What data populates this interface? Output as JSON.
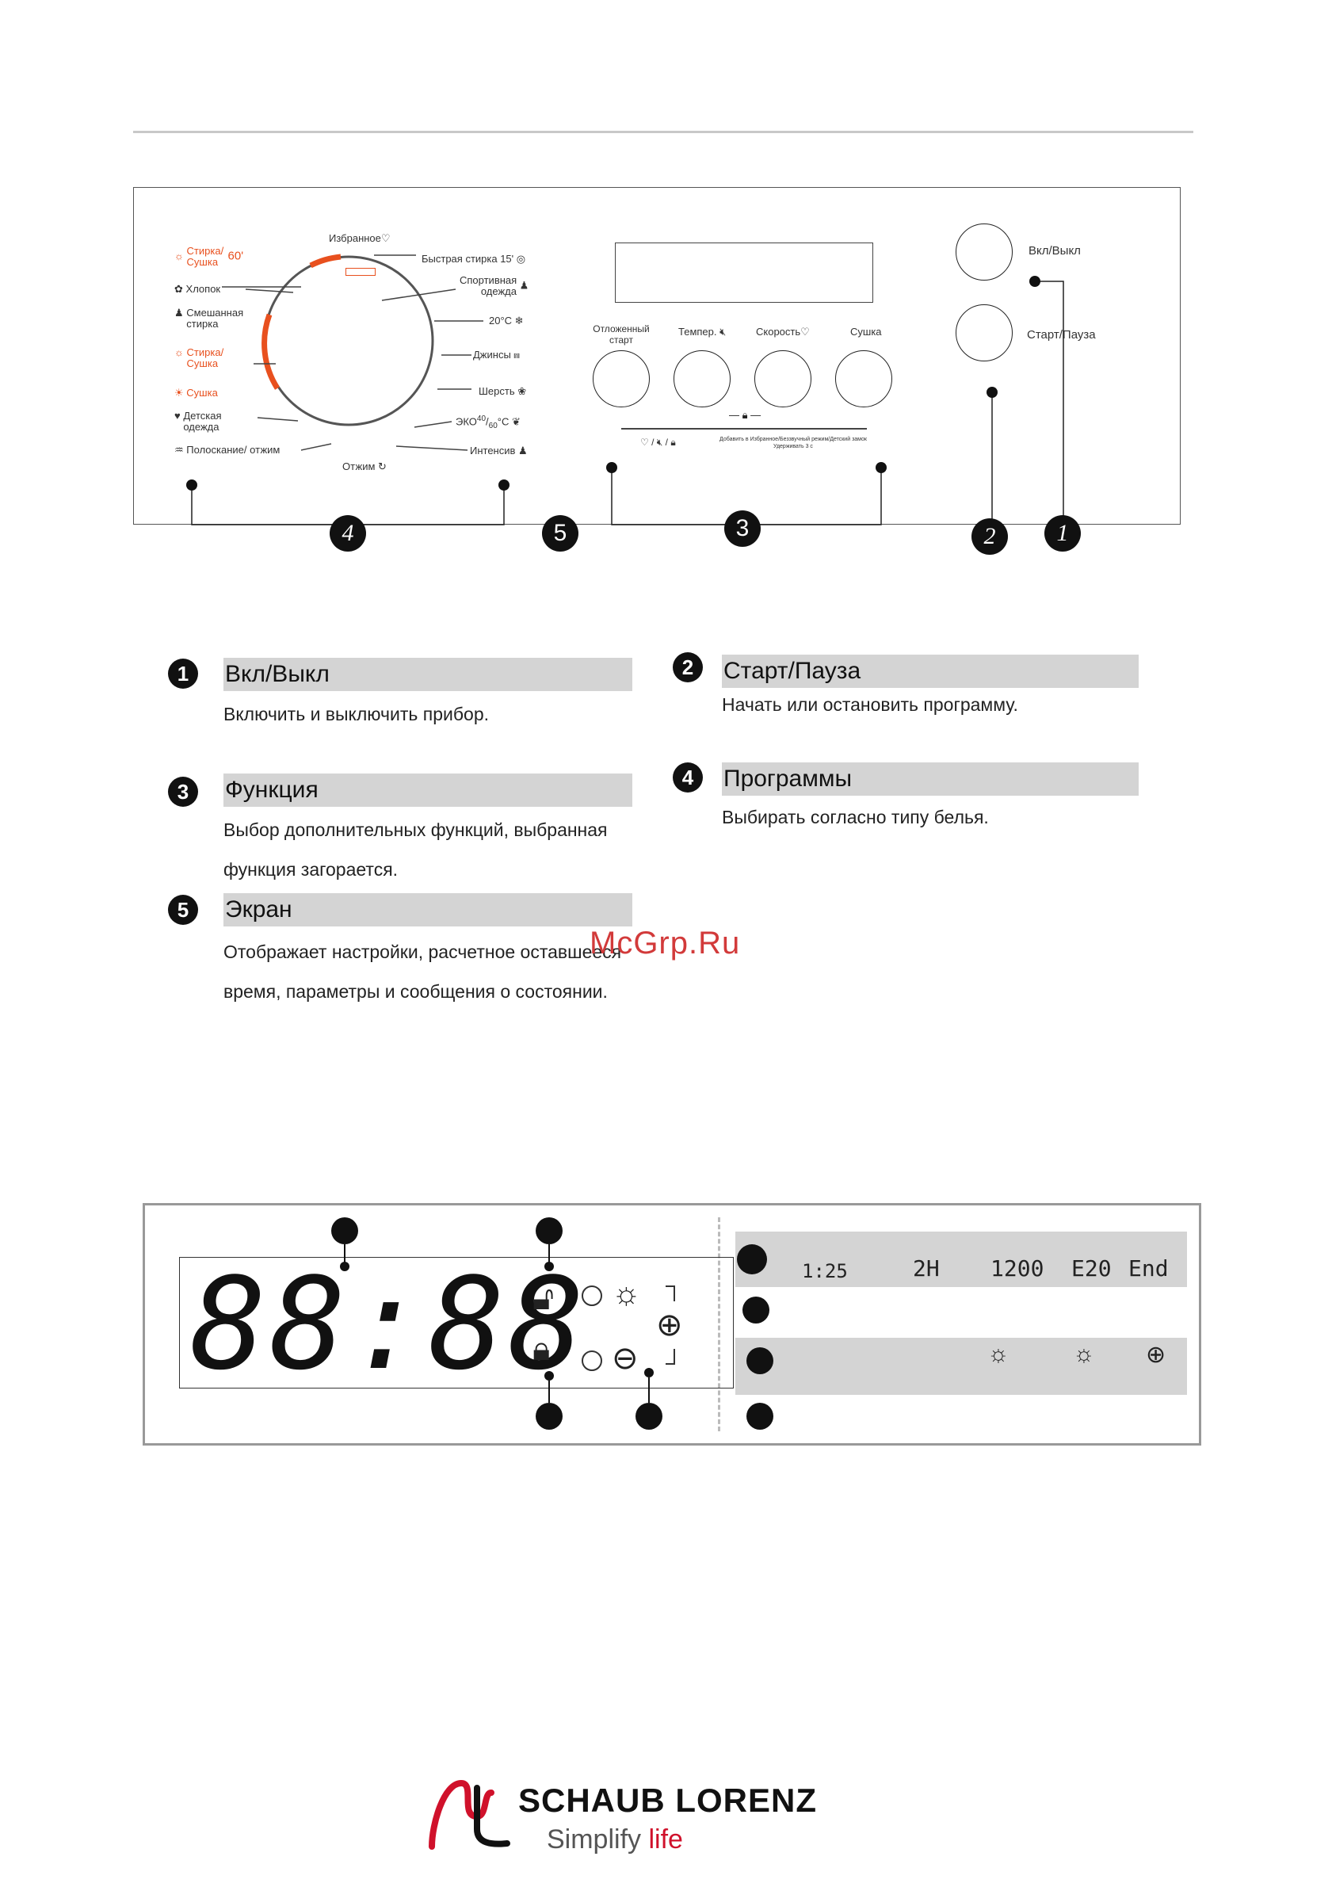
{
  "panel": {
    "favorite": "Избранное",
    "programs_left": [
      "Стирка/ Сушка",
      "60'",
      "Хлопок",
      "Смешанная стирка",
      "Стирка/ Сушка",
      "Сушка",
      "Детская одежда",
      "Полоскание/ отжим"
    ],
    "programs_right": [
      "Быстрая стирка 15'",
      "Спортивная одежда",
      "20°C",
      "Джинсы",
      "Шерсть",
      "ЭКО",
      "40",
      "60",
      "°C",
      "Интенсив"
    ],
    "spin": "Отжим",
    "functions": [
      "Отложенный старт",
      "Темпер.",
      "Скорость",
      "Сушка"
    ],
    "function_note": "Добавить в Избранное/Беззвучный режим/Детский замок",
    "function_note2": "Удерживать 3 с",
    "power_label": "Вкл/Выкл",
    "start_label": "Старт/Пауза",
    "callouts": [
      "4",
      "5",
      "3",
      "2",
      "1"
    ],
    "accent_color": "#e8501e"
  },
  "sections": [
    {
      "num": "1",
      "title": "Вкл/Выкл",
      "desc": [
        "Включить и выключить прибор."
      ]
    },
    {
      "num": "2",
      "title": "Старт/Пауза",
      "desc": [
        "Начать или остановить программу."
      ]
    },
    {
      "num": "3",
      "title": "Функция",
      "desc": [
        "Выбор дополнительных функций, выбранная",
        "функция загорается."
      ]
    },
    {
      "num": "4",
      "title": "Программы",
      "desc": [
        "Выбирать согласно типу белья."
      ]
    },
    {
      "num": "5",
      "title": "Экран",
      "desc": [
        "Отображает настройки, расчетное оставшееся",
        "время, параметры и сообщения о состоянии."
      ]
    }
  ],
  "watermark": "McGrp.Ru",
  "display": {
    "digits": "88:88",
    "row1": [
      "1:25",
      "2H",
      "1200",
      "E20",
      "End"
    ]
  },
  "brand": {
    "name1": "SCHAUB",
    "name2": "LORENZ",
    "slogan1": "Simplify",
    "slogan2": "life"
  }
}
